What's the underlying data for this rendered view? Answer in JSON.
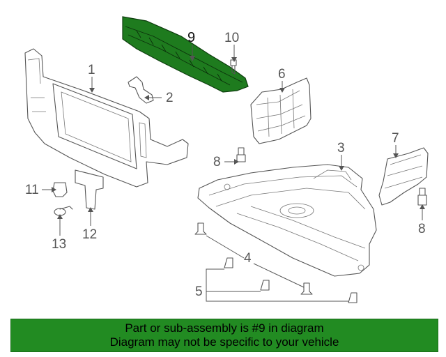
{
  "diagram": {
    "callouts": {
      "c1": "1",
      "c2": "2",
      "c3": "3",
      "c4": "4",
      "c5": "5",
      "c6": "6",
      "c7": "7",
      "c8a": "8",
      "c8b": "8",
      "c9": "9",
      "c10": "10",
      "c11": "11",
      "c12": "12",
      "c13": "13"
    },
    "highlight_color": "#1e7b1e",
    "highlighted_part": "9"
  },
  "banner": {
    "line1": "Part or sub-assembly is #9 in diagram",
    "line2": "Diagram may not be specific to your vehicle",
    "background": "#228b22"
  }
}
